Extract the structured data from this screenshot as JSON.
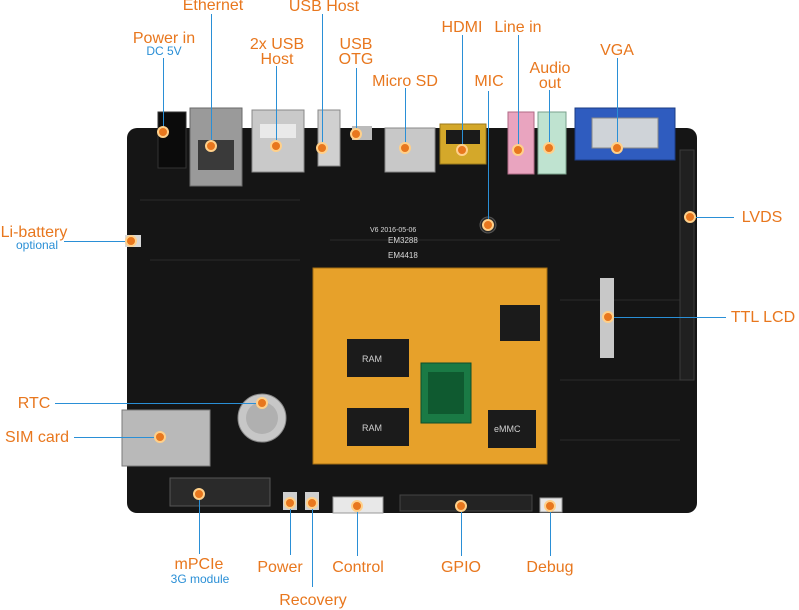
{
  "labels": {
    "ethernet": "Ethernet",
    "usb_host": "USB Host",
    "power_in": "Power in",
    "dc5v": "DC 5V",
    "usb2x": "2x USB",
    "usb2x_host": "Host",
    "usb_otg_1": "USB",
    "usb_otg_2": "OTG",
    "hdmi": "HDMI",
    "line_in": "Line in",
    "micro_sd": "Micro SD",
    "mic": "MIC",
    "audio_out_1": "Audio",
    "audio_out_2": "out",
    "vga": "VGA",
    "li_battery": "Li-battery",
    "optional": "optional",
    "lvds": "LVDS",
    "ttl_lcd": "TTL LCD",
    "rtc": "RTC",
    "sim_card": "SIM card",
    "mpcie": "mPCIe",
    "module_3g": "3G module",
    "power": "Power",
    "recovery": "Recovery",
    "control": "Control",
    "gpio": "GPIO",
    "debug": "Debug"
  },
  "silkscreen": {
    "board_name": "EM3288",
    "board_version": "V6 2016-05-06",
    "module_name": "EM4418",
    "ram": "RAM",
    "emmc": "eMMC"
  },
  "colors": {
    "label": "#e8771e",
    "sublabel": "#2a8fd6",
    "leader": "#2a8fd6",
    "pcb": "#151515",
    "module": "#e7a12a"
  }
}
